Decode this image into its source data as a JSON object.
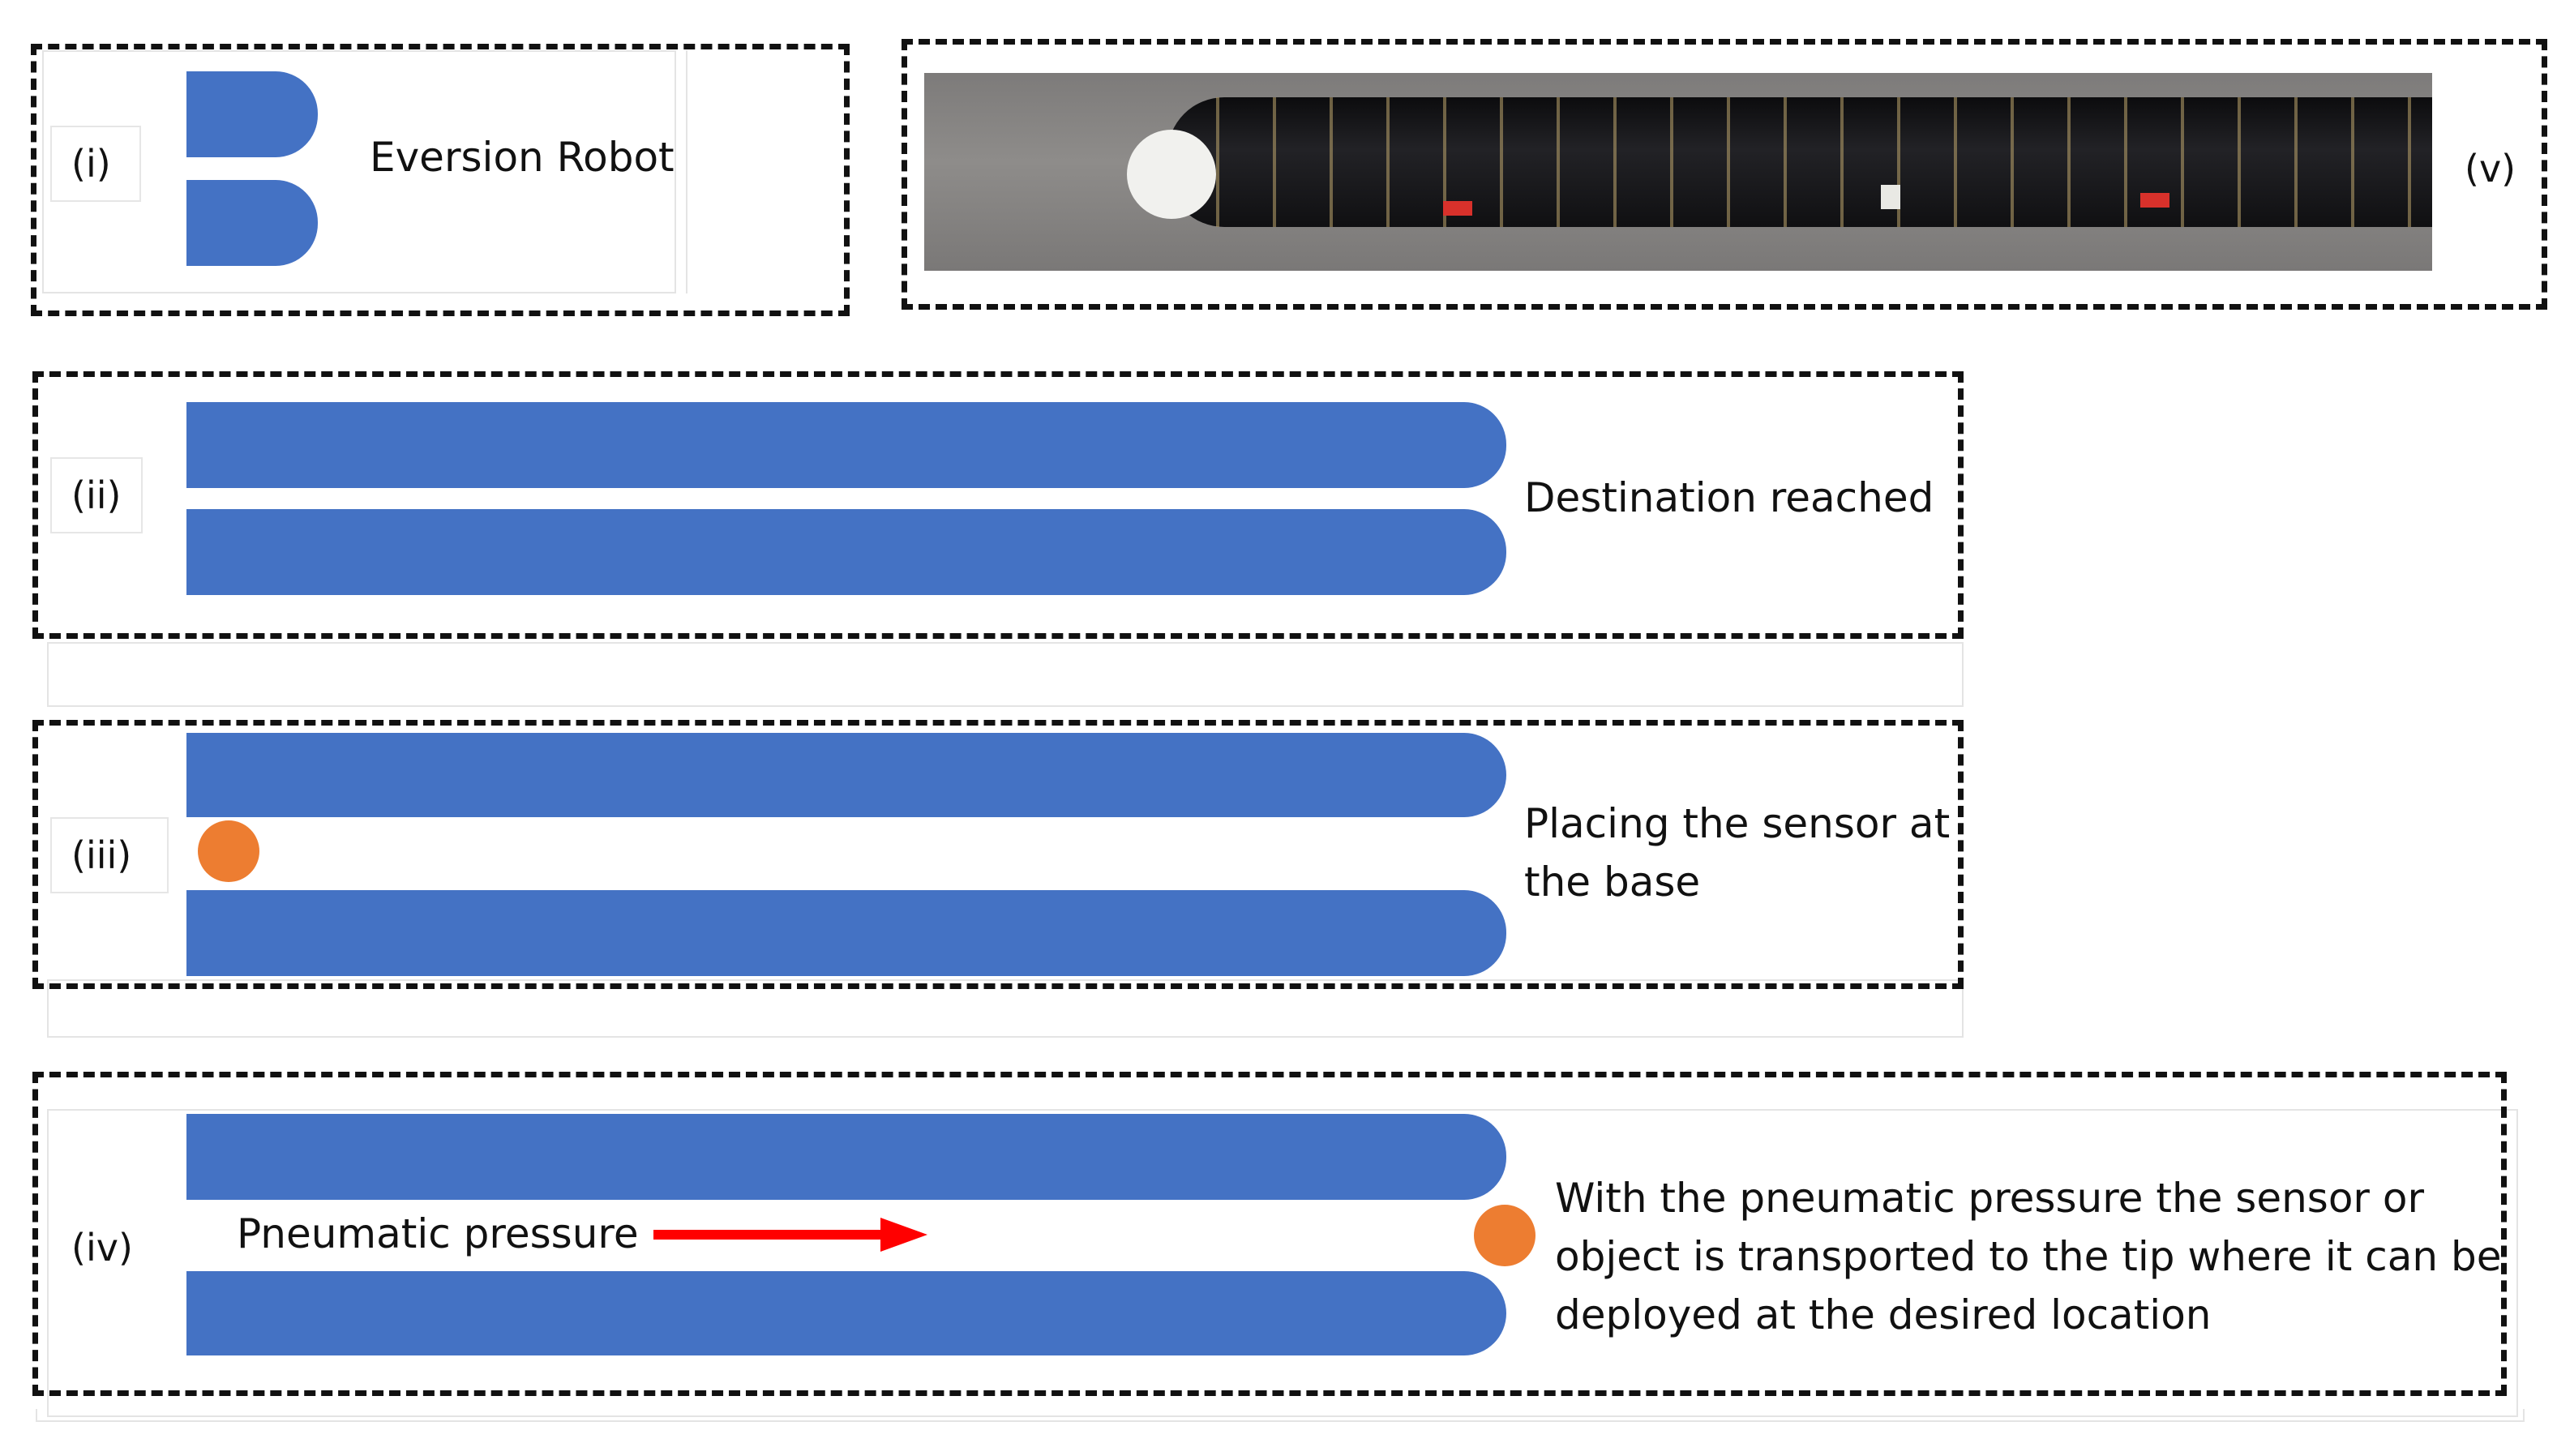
{
  "panels": {
    "i": {
      "label": "(i)",
      "caption": "Eversion Robot"
    },
    "ii": {
      "label": "(ii)",
      "caption": "Destination reached"
    },
    "iii": {
      "label": "(iii)",
      "caption": "Placing the sensor at\nthe base"
    },
    "iv": {
      "label": "(iv)",
      "caption": "With the pneumatic pressure the sensor or\nobject is transported to the tip where it can be\ndeployed at the desired location",
      "arrow_label": "Pneumatic pressure"
    },
    "v": {
      "label": "(v)"
    }
  },
  "colors": {
    "robot_body": "#4472c4",
    "sensor": "#ed7d31",
    "arrow": "#ff0000",
    "frame": "#111111"
  }
}
